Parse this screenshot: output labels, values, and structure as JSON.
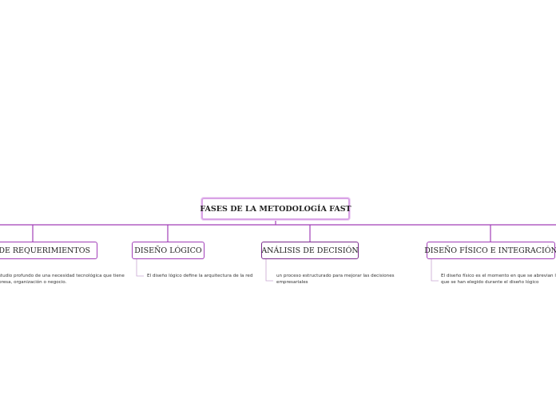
{
  "root": {
    "title": "FASES DE LA METODOLOGÍA FAST"
  },
  "branches": [
    {
      "label": "SIS DE REQUERIMIENTOS",
      "note": "studio profundo de una necesidad tecnológica que tiene\npresa, organización o negocio."
    },
    {
      "label": "DISEÑO LÓGICO",
      "note": "El diseño lógico define la arquitectura de la red"
    },
    {
      "label": "ANÁLISIS DE DECISIÓN",
      "note": "un proceso estructurado para mejorar las decisiones\nempresariales"
    },
    {
      "label": "DISEÑO FÍSICO E INTEGRACIÓN",
      "note": "El diseño físico es el momento en que se abrevian lo\nque se han elegido durante el diseño lógico"
    }
  ],
  "colors": {
    "connector": "#a23fb8",
    "root_border": "#d9a3e6",
    "note_line": "#c9a6d2"
  }
}
